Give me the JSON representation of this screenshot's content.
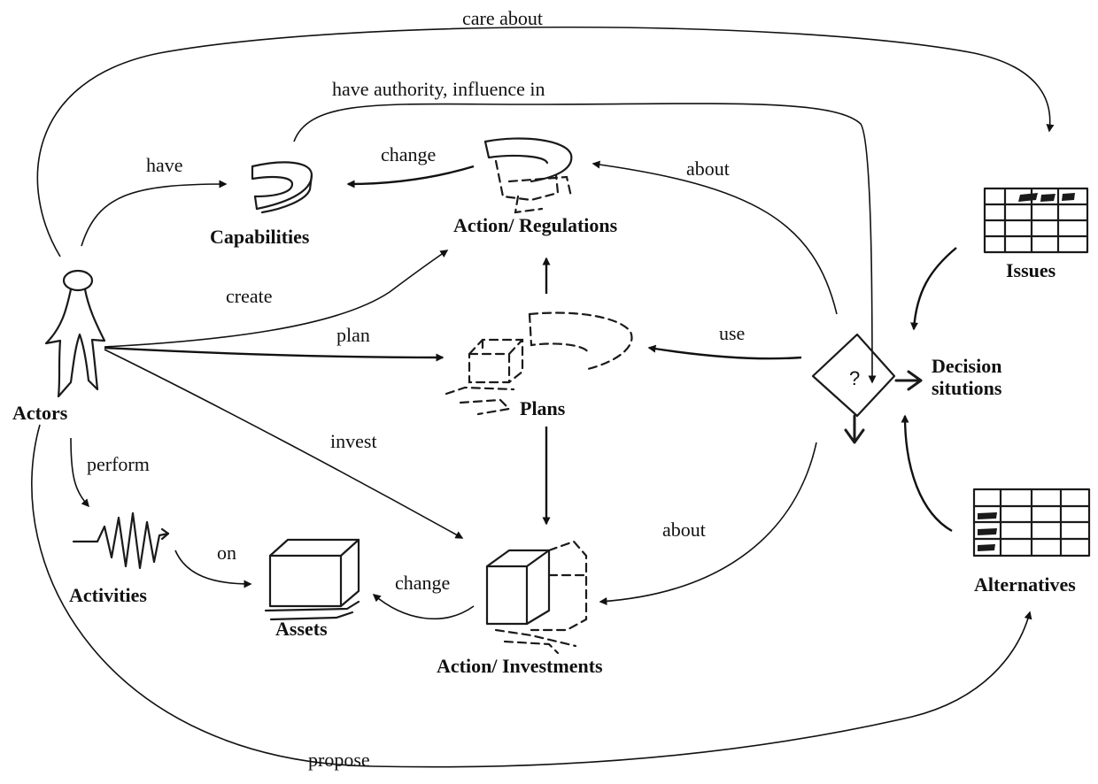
{
  "nodes": {
    "actors": "Actors",
    "capabilities": "Capabilities",
    "regulations": "Action/ Regulations",
    "plans": "Plans",
    "investments": "Action/ Investments",
    "activities": "Activities",
    "assets": "Assets",
    "decision_line1": "Decision",
    "decision_line2": "situtions",
    "decision_symbol": "?",
    "issues": "Issues",
    "alternatives": "Alternatives"
  },
  "edges": {
    "care_about": "care about",
    "authority": "have authority, influence in",
    "have": "have",
    "change_cap": "change",
    "about_reg": "about",
    "create": "create",
    "plan": "plan",
    "use": "use",
    "invest": "invest",
    "perform": "perform",
    "on": "on",
    "change_assets": "change",
    "about_inv": "about",
    "propose": "propose"
  }
}
